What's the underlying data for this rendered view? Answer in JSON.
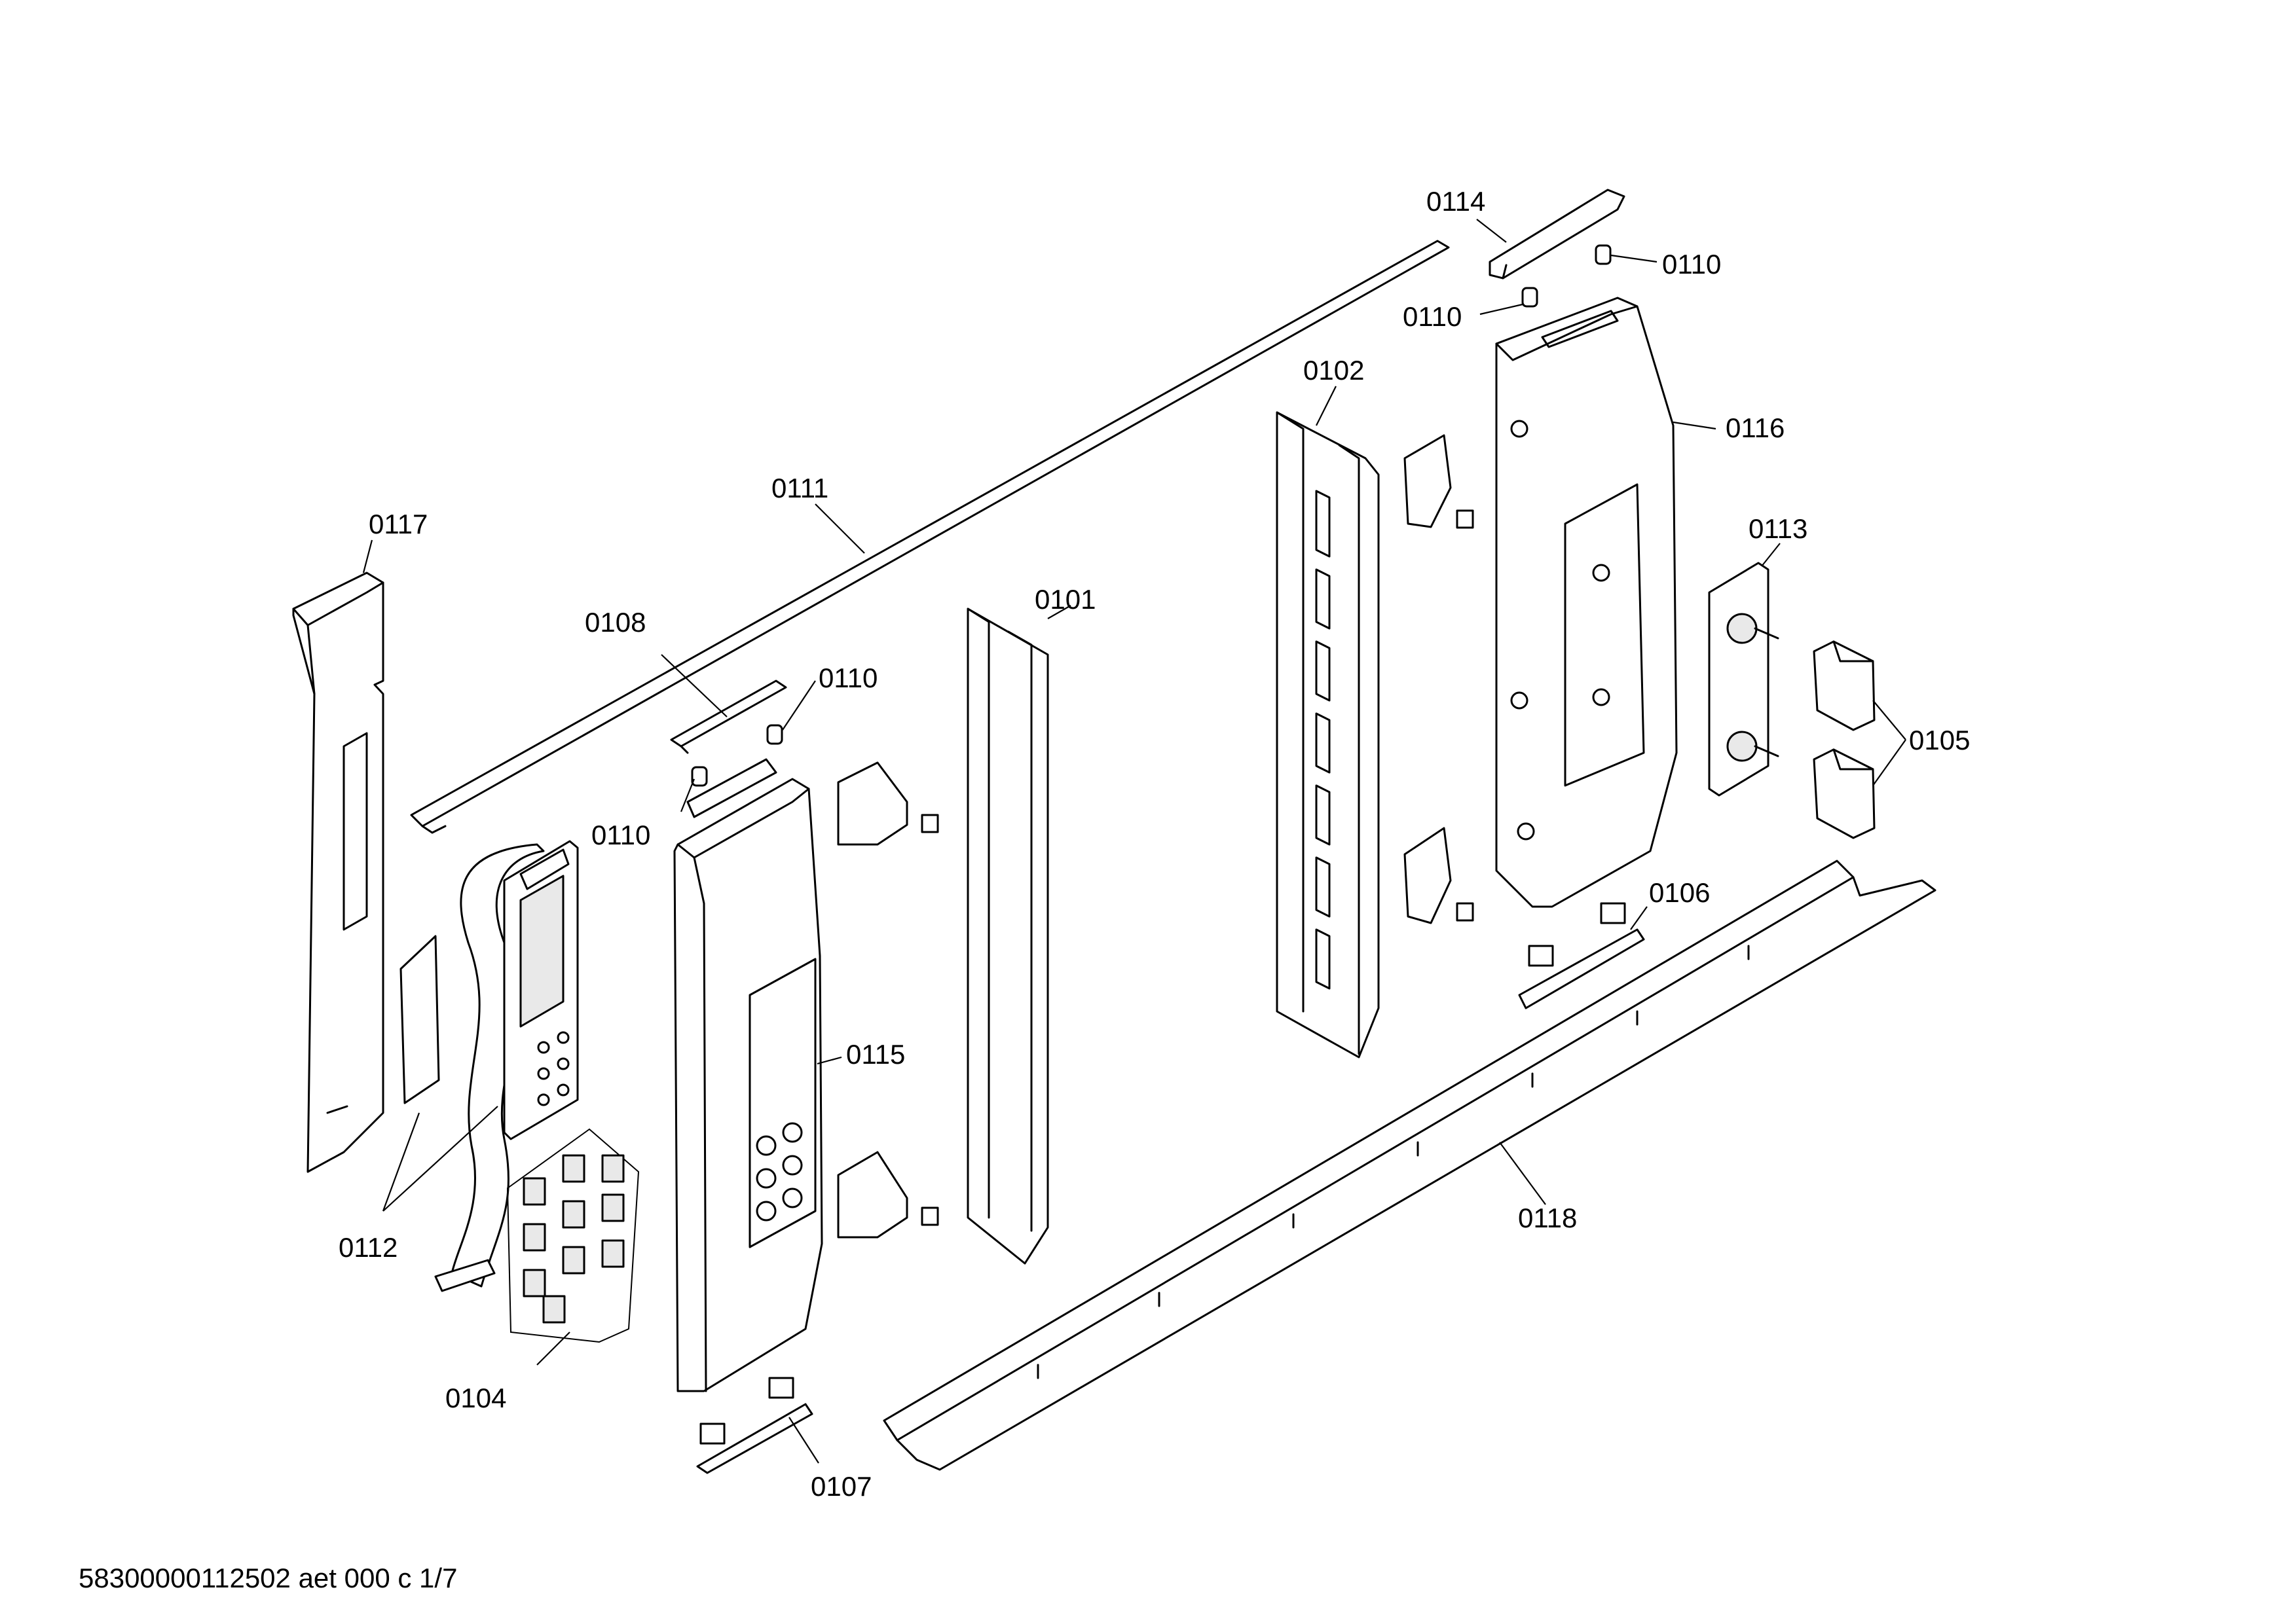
{
  "labels": {
    "p0101": "0101",
    "p0102": "0102",
    "p0104": "0104",
    "p0105": "0105",
    "p0106": "0106",
    "p0107": "0107",
    "p0108": "0108",
    "p0110": "0110",
    "p0111": "0111",
    "p0112": "0112",
    "p0113": "0113",
    "p0114": "0114",
    "p0115": "0115",
    "p0116": "0116",
    "p0117": "0117",
    "p0118": "0118"
  },
  "footer": {
    "doc_id": "58300000112502 aet 000 c 1/7"
  }
}
